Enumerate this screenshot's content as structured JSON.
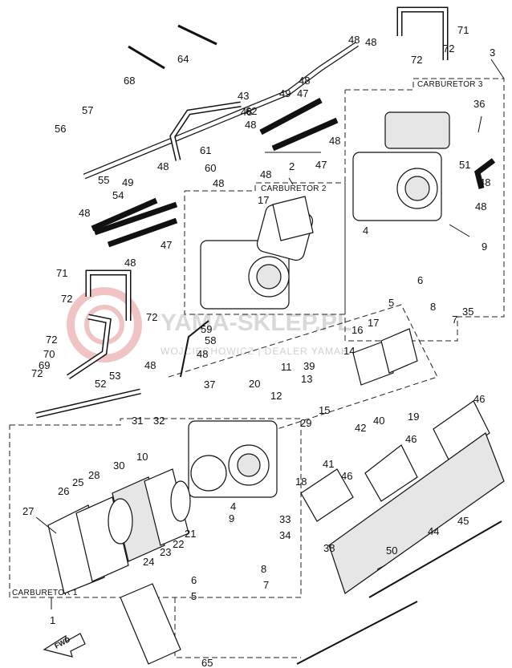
{
  "watermark": {
    "title": "YAMA-SKLEP.PL",
    "subtitle": "WOJCIECHOWICZ | DEALER YAMAHA",
    "color": "#e8a0a0"
  },
  "groups": [
    {
      "id": "carb3",
      "label": "CARBURETOR 3"
    },
    {
      "id": "carb2",
      "label": "CARBURETOR 2"
    },
    {
      "id": "carb1",
      "label": "CARBURETOR 1"
    }
  ],
  "fwd_label": "FWD",
  "callouts": [
    {
      "text": "1"
    },
    {
      "text": "2"
    },
    {
      "text": "3"
    },
    {
      "text": "4"
    },
    {
      "text": "4"
    },
    {
      "text": "5"
    },
    {
      "text": "5"
    },
    {
      "text": "6"
    },
    {
      "text": "6"
    },
    {
      "text": "7"
    },
    {
      "text": "7"
    },
    {
      "text": "8"
    },
    {
      "text": "8"
    },
    {
      "text": "9"
    },
    {
      "text": "9"
    },
    {
      "text": "10"
    },
    {
      "text": "11"
    },
    {
      "text": "12"
    },
    {
      "text": "13"
    },
    {
      "text": "14"
    },
    {
      "text": "15"
    },
    {
      "text": "16"
    },
    {
      "text": "17"
    },
    {
      "text": "17"
    },
    {
      "text": "18"
    },
    {
      "text": "19"
    },
    {
      "text": "20"
    },
    {
      "text": "21"
    },
    {
      "text": "22"
    },
    {
      "text": "23"
    },
    {
      "text": "24"
    },
    {
      "text": "25"
    },
    {
      "text": "26"
    },
    {
      "text": "27"
    },
    {
      "text": "28"
    },
    {
      "text": "29"
    },
    {
      "text": "30"
    },
    {
      "text": "31"
    },
    {
      "text": "32"
    },
    {
      "text": "33"
    },
    {
      "text": "34"
    },
    {
      "text": "35"
    },
    {
      "text": "36"
    },
    {
      "text": "37"
    },
    {
      "text": "38"
    },
    {
      "text": "39"
    },
    {
      "text": "40"
    },
    {
      "text": "41"
    },
    {
      "text": "42"
    },
    {
      "text": "43"
    },
    {
      "text": "44"
    },
    {
      "text": "45"
    },
    {
      "text": "46"
    },
    {
      "text": "46"
    },
    {
      "text": "46"
    },
    {
      "text": "47"
    },
    {
      "text": "47"
    },
    {
      "text": "47"
    },
    {
      "text": "48"
    },
    {
      "text": "48"
    },
    {
      "text": "48"
    },
    {
      "text": "48"
    },
    {
      "text": "48"
    },
    {
      "text": "48"
    },
    {
      "text": "48"
    },
    {
      "text": "48"
    },
    {
      "text": "48"
    },
    {
      "text": "48"
    },
    {
      "text": "48"
    },
    {
      "text": "48"
    },
    {
      "text": "48"
    },
    {
      "text": "48"
    },
    {
      "text": "48"
    },
    {
      "text": "49"
    },
    {
      "text": "49"
    },
    {
      "text": "50"
    },
    {
      "text": "51"
    },
    {
      "text": "52"
    },
    {
      "text": "53"
    },
    {
      "text": "54"
    },
    {
      "text": "55"
    },
    {
      "text": "56"
    },
    {
      "text": "57"
    },
    {
      "text": "58"
    },
    {
      "text": "59"
    },
    {
      "text": "60"
    },
    {
      "text": "61"
    },
    {
      "text": "62"
    },
    {
      "text": "64"
    },
    {
      "text": "65"
    },
    {
      "text": "68"
    },
    {
      "text": "69"
    },
    {
      "text": "70"
    },
    {
      "text": "71"
    },
    {
      "text": "71"
    },
    {
      "text": "72"
    },
    {
      "text": "72"
    },
    {
      "text": "72"
    },
    {
      "text": "72"
    },
    {
      "text": "72"
    },
    {
      "text": "72"
    },
    {
      "text": "72"
    }
  ]
}
